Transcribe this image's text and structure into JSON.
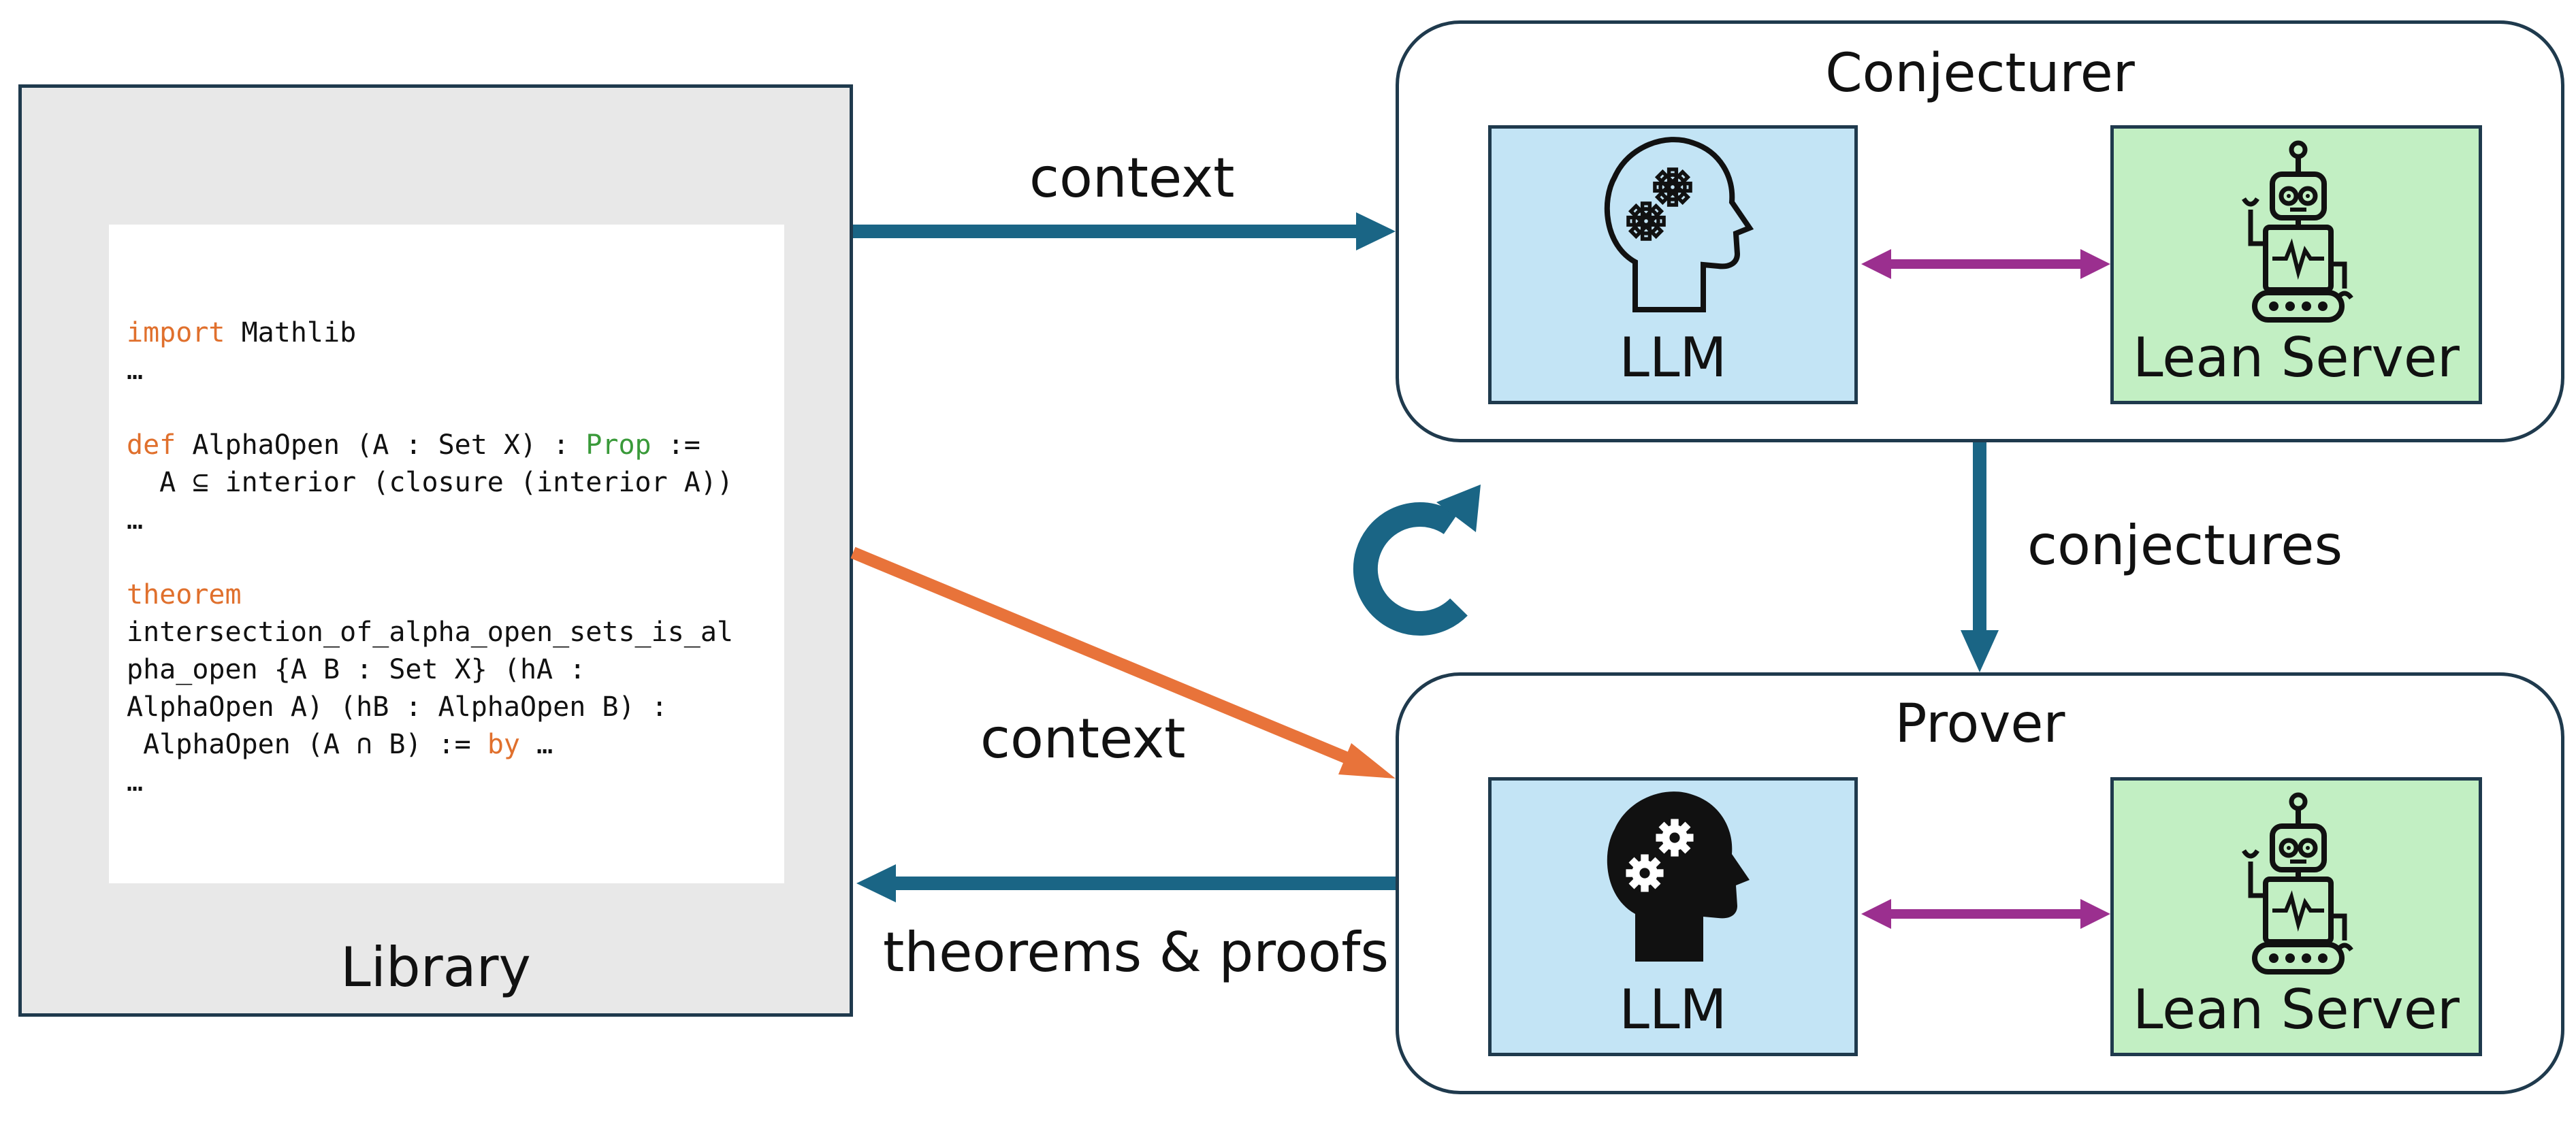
{
  "library": {
    "label": "Library",
    "code_lines": [
      [
        {
          "t": "import",
          "c": "kw"
        },
        {
          "t": " Mathlib"
        }
      ],
      [
        {
          "t": "…"
        }
      ],
      [
        {
          "t": ""
        }
      ],
      [
        {
          "t": "def",
          "c": "kw"
        },
        {
          "t": " AlphaOpen (A : Set X) : "
        },
        {
          "t": "Prop",
          "c": "ty"
        },
        {
          "t": " :="
        }
      ],
      [
        {
          "t": "  A ⊆ interior (closure (interior A))"
        }
      ],
      [
        {
          "t": "…"
        }
      ],
      [
        {
          "t": ""
        }
      ],
      [
        {
          "t": "theorem",
          "c": "kw"
        }
      ],
      [
        {
          "t": "intersection_of_alpha_open_sets_is_al"
        }
      ],
      [
        {
          "t": "pha_open {A B : Set X} (hA :"
        }
      ],
      [
        {
          "t": "AlphaOpen A) (hB : AlphaOpen B) :"
        }
      ],
      [
        {
          "t": " AlphaOpen (A ∩ B) := "
        },
        {
          "t": "by",
          "c": "kw"
        },
        {
          "t": " …"
        }
      ],
      [
        {
          "t": "…"
        }
      ]
    ]
  },
  "conjecturer": {
    "title": "Conjecturer",
    "llm_label": "LLM",
    "llm_icon": "head-gears-outline-icon",
    "lean_label": "Lean Server",
    "lean_icon": "robot-icon"
  },
  "prover": {
    "title": "Prover",
    "llm_label": "LLM",
    "llm_icon": "head-gears-filled-icon",
    "lean_label": "Lean Server",
    "lean_icon": "robot-icon"
  },
  "edges": {
    "context_top": "context",
    "context_mid": "context",
    "theorems_proofs": "theorems & proofs",
    "conjectures": "conjectures"
  },
  "cycle_icon": "refresh-loop-icon",
  "colors": {
    "dark_blue": "#1a6585",
    "orange": "#e8733a",
    "purple": "#9b2f8f",
    "llm_fill": "#c3e4f5",
    "lean_fill": "#c2efc3",
    "library_fill": "#e8e8e8",
    "keyword": "#e0702d",
    "type": "#3a9a3a"
  }
}
